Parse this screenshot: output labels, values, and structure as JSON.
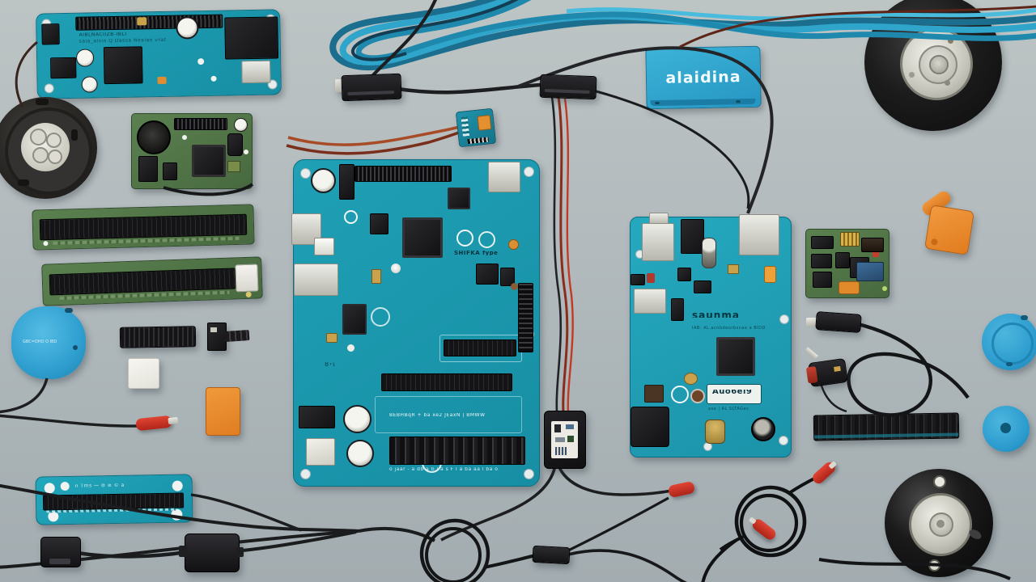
{
  "scene": {
    "title": "Electronics components flat lay",
    "description": "Top-down photo of Arduino-style microcontroller boards, wheels, blue ribbon cable, modules, test leads and plastic parts arranged on a gray-blue workbench",
    "background": "#b3bbbe"
  },
  "palette": {
    "teal_pcb": "#1b96ac",
    "green_pcb": "#51754a",
    "blue_plastic": "#2ea7d1",
    "orange_plastic": "#e8892e",
    "wire_blue": "#2b9cc4",
    "wire_black": "#1d1e20",
    "wire_red": "#b23524",
    "silver": "#c9c9c0",
    "wheel_black": "#141414"
  },
  "labels": {
    "top_left_row1": "AIBLNACIIZB-IBLI",
    "top_left_row2": "sala_alsin Q Dassa Nealan vrat",
    "center_logo_text": "SHIFKA fype",
    "center_mid_text": "BEBHBqR + ba xe2 JEaxN | BMWW",
    "center_footer_text": "o jaar - a db a b l a s F l a ba aa l ba o",
    "right_title": "saunma",
    "right_title_sub": "IAB: AL.acnbdeorbsnae a BIDD",
    "right_badge": "Auo6el9",
    "right_badge_sub": "asa | AL SLTAGes",
    "blue_box": "alaidina",
    "left_disc": "GBC=OHO O IBD",
    "bottom_strip": "n Tms — ⊜ ≡ © a"
  },
  "objects": [
    {
      "name": "controller-board-top-left",
      "kind": "teal microcontroller PCB with pin header and ICs"
    },
    {
      "name": "motor-wheel-left",
      "kind": "black motor hub with silver center"
    },
    {
      "name": "green-dev-board",
      "kind": "green PCB with round buzzer and QFP chip"
    },
    {
      "name": "header-strip-upper",
      "kind": "green pin-socket strip"
    },
    {
      "name": "header-strip-lower",
      "kind": "green pin-socket strip with white end connector"
    },
    {
      "name": "blue-disc",
      "kind": "blue round enclosure with printed text"
    },
    {
      "name": "ic-socket-strip",
      "kind": "black socket strip"
    },
    {
      "name": "micro-module",
      "kind": "small black module with ribbon tail"
    },
    {
      "name": "white-cube",
      "kind": "white plastic block"
    },
    {
      "name": "orange-box",
      "kind": "orange plastic block"
    },
    {
      "name": "red-probe",
      "kind": "red test probe on black lead"
    },
    {
      "name": "main-board-center",
      "kind": "large teal Arduino-style board with headers, USB, capacitors"
    },
    {
      "name": "ribbon-cable-bundle",
      "kind": "looped blue flat ribbon cable"
    },
    {
      "name": "inline-adapter-left",
      "kind": "black inline cable adapter"
    },
    {
      "name": "inline-adapter-right",
      "kind": "black inline cable adapter"
    },
    {
      "name": "sensor-breakout",
      "kind": "small teal sensor module with orange part"
    },
    {
      "name": "esc-module",
      "kind": "black module with white label and servo wires"
    },
    {
      "name": "blue-component-box",
      "kind": "blue plastic box with white logo"
    },
    {
      "name": "secondary-board-right",
      "kind": "teal PCB with shielding can and labels"
    },
    {
      "name": "green-io-board",
      "kind": "small dense green PCB"
    },
    {
      "name": "orange-bracket",
      "kind": "orange plastic bracket with stem"
    },
    {
      "name": "wheel-top-right",
      "kind": "large black wheel with aluminum hub"
    },
    {
      "name": "barrel-cable",
      "kind": "black looped cable with barrel plug"
    },
    {
      "name": "micro-motor",
      "kind": "small DC motor with red end bell"
    },
    {
      "name": "pin-strip-board",
      "kind": "long black pin strip"
    },
    {
      "name": "blue-cap-large",
      "kind": "blue round cap"
    },
    {
      "name": "blue-cap-small",
      "kind": "blue round cap with center hole"
    },
    {
      "name": "wheel-bottom-right",
      "kind": "glossy black pulley wheel with silver hub"
    },
    {
      "name": "test-lead-coil",
      "kind": "coiled black test lead with red alligator boots"
    },
    {
      "name": "strip-board-bottom-left",
      "kind": "teal connector strip board"
    },
    {
      "name": "cable-chain-bottom-left",
      "kind": "black connector modules joined by cable"
    }
  ]
}
